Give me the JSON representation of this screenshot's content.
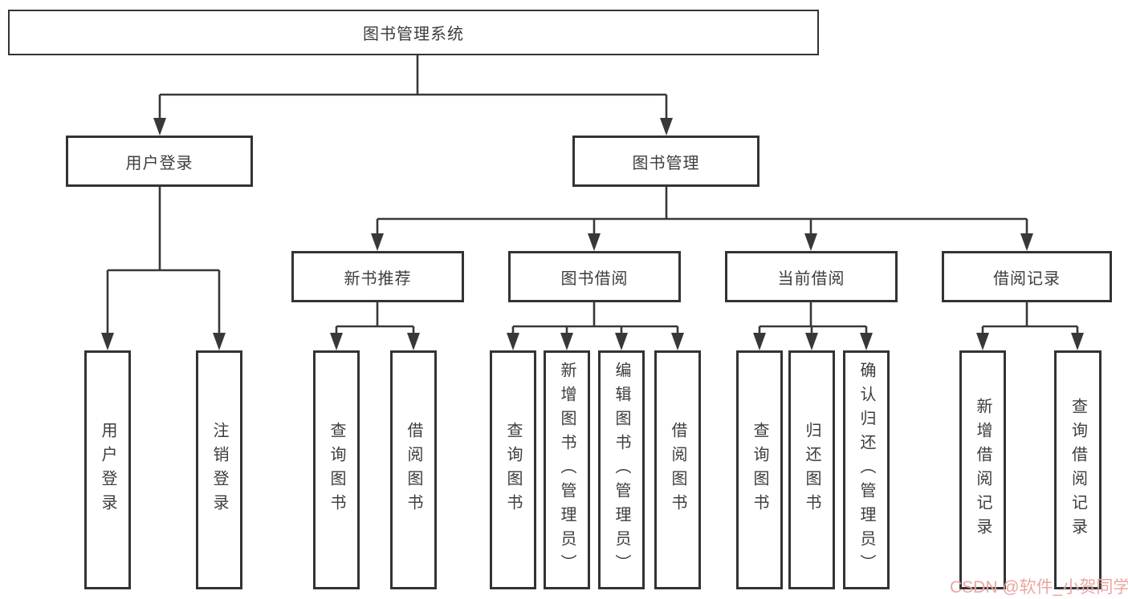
{
  "tree": {
    "label": "图书管理系统",
    "children": [
      {
        "label": "用户登录",
        "children": [
          {
            "label": "用户登录"
          },
          {
            "label": "注销登录"
          }
        ]
      },
      {
        "label": "图书管理",
        "children": [
          {
            "label": "新书推荐",
            "children": [
              {
                "label": "查询图书"
              },
              {
                "label": "借阅图书"
              }
            ]
          },
          {
            "label": "图书借阅",
            "children": [
              {
                "label": "查询图书"
              },
              {
                "label": "新增图书（管理员）"
              },
              {
                "label": "编辑图书（管理员）"
              },
              {
                "label": "借阅图书"
              }
            ]
          },
          {
            "label": "当前借阅",
            "children": [
              {
                "label": "查询图书"
              },
              {
                "label": "归还图书"
              },
              {
                "label": "确认归还（管理员）"
              }
            ]
          },
          {
            "label": "借阅记录",
            "children": [
              {
                "label": "新增借阅记录"
              },
              {
                "label": "查询借阅记录"
              }
            ]
          }
        ]
      }
    ]
  },
  "watermark": "CSDN @软件_小贺同学",
  "colors": {
    "line": "#383838",
    "box_border": "#333333",
    "text": "#3d3d3d",
    "watermark": "#e8968f",
    "background": "#ffffff"
  }
}
